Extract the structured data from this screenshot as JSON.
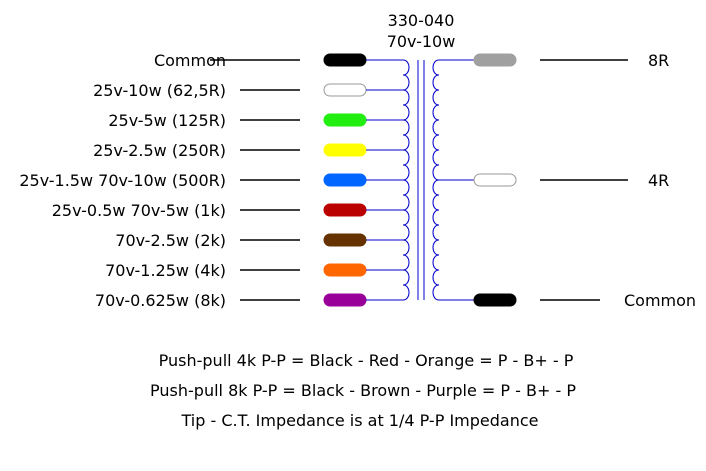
{
  "title": {
    "line1": "330-040",
    "line2": "70v-10w"
  },
  "primary_taps": [
    {
      "label": "Common",
      "color": "#000000"
    },
    {
      "label": "25v-10w (62,5R)",
      "color": "#ffffff"
    },
    {
      "label": "25v-5w (125R)",
      "color": "#22ee11"
    },
    {
      "label": "25v-2.5w (250R)",
      "color": "#ffff00"
    },
    {
      "label": "25v-1.5w 70v-10w (500R)",
      "color": "#0066ff"
    },
    {
      "label": "25v-0.5w 70v-5w (1k)",
      "color": "#bb0000"
    },
    {
      "label": "70v-2.5w (2k)",
      "color": "#663300"
    },
    {
      "label": "70v-1.25w (4k)",
      "color": "#ff6600"
    },
    {
      "label": "70v-0.625w (8k)",
      "color": "#990099"
    }
  ],
  "secondary_taps": [
    {
      "label": "8R",
      "color": "#a0a0a0"
    },
    {
      "label": "4R",
      "color": "#ffffff"
    },
    {
      "label": "Common",
      "color": "#000000"
    }
  ],
  "notes": [
    "Push-pull 4k P-P = Black - Red - Orange = P - B+ - P",
    "Push-pull 8k P-P = Black - Brown - Purple = P - B+ - P",
    "Tip - C.T. Impedance is at 1/4 P-P Impedance"
  ],
  "colors": {
    "winding": "#0000cc",
    "line": "#000000"
  }
}
